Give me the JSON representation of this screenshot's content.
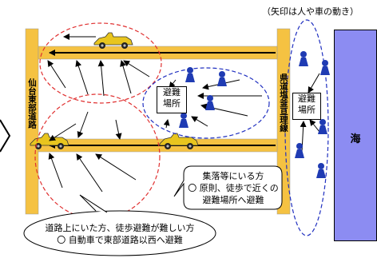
{
  "caption": "（矢印は人や車の動き）",
  "roads": {
    "sendai_east": "仙台東部道路",
    "prefectural": "県道塩釜亘理線"
  },
  "shelter_left": [
    "避難",
    "場所"
  ],
  "shelter_right": [
    "避難",
    "場所"
  ],
  "sea_label": "海",
  "callout_settlement": {
    "line1": "集落等にいる方",
    "line2": "〇 原則、徒歩で近くの",
    "line3": "避難場所へ避難"
  },
  "callout_road": {
    "line1": "道路上にいた方、徒歩避難が難しい方",
    "line2": "〇 自動車で東部道路以西へ避難"
  },
  "colors": {
    "road": "#f5c242",
    "sea": "#8c8cf2",
    "person": "#1f3bb3",
    "car": "#e8c51e",
    "red_ellipse": "#e03030",
    "blue_ellipse": "#2030c0"
  }
}
